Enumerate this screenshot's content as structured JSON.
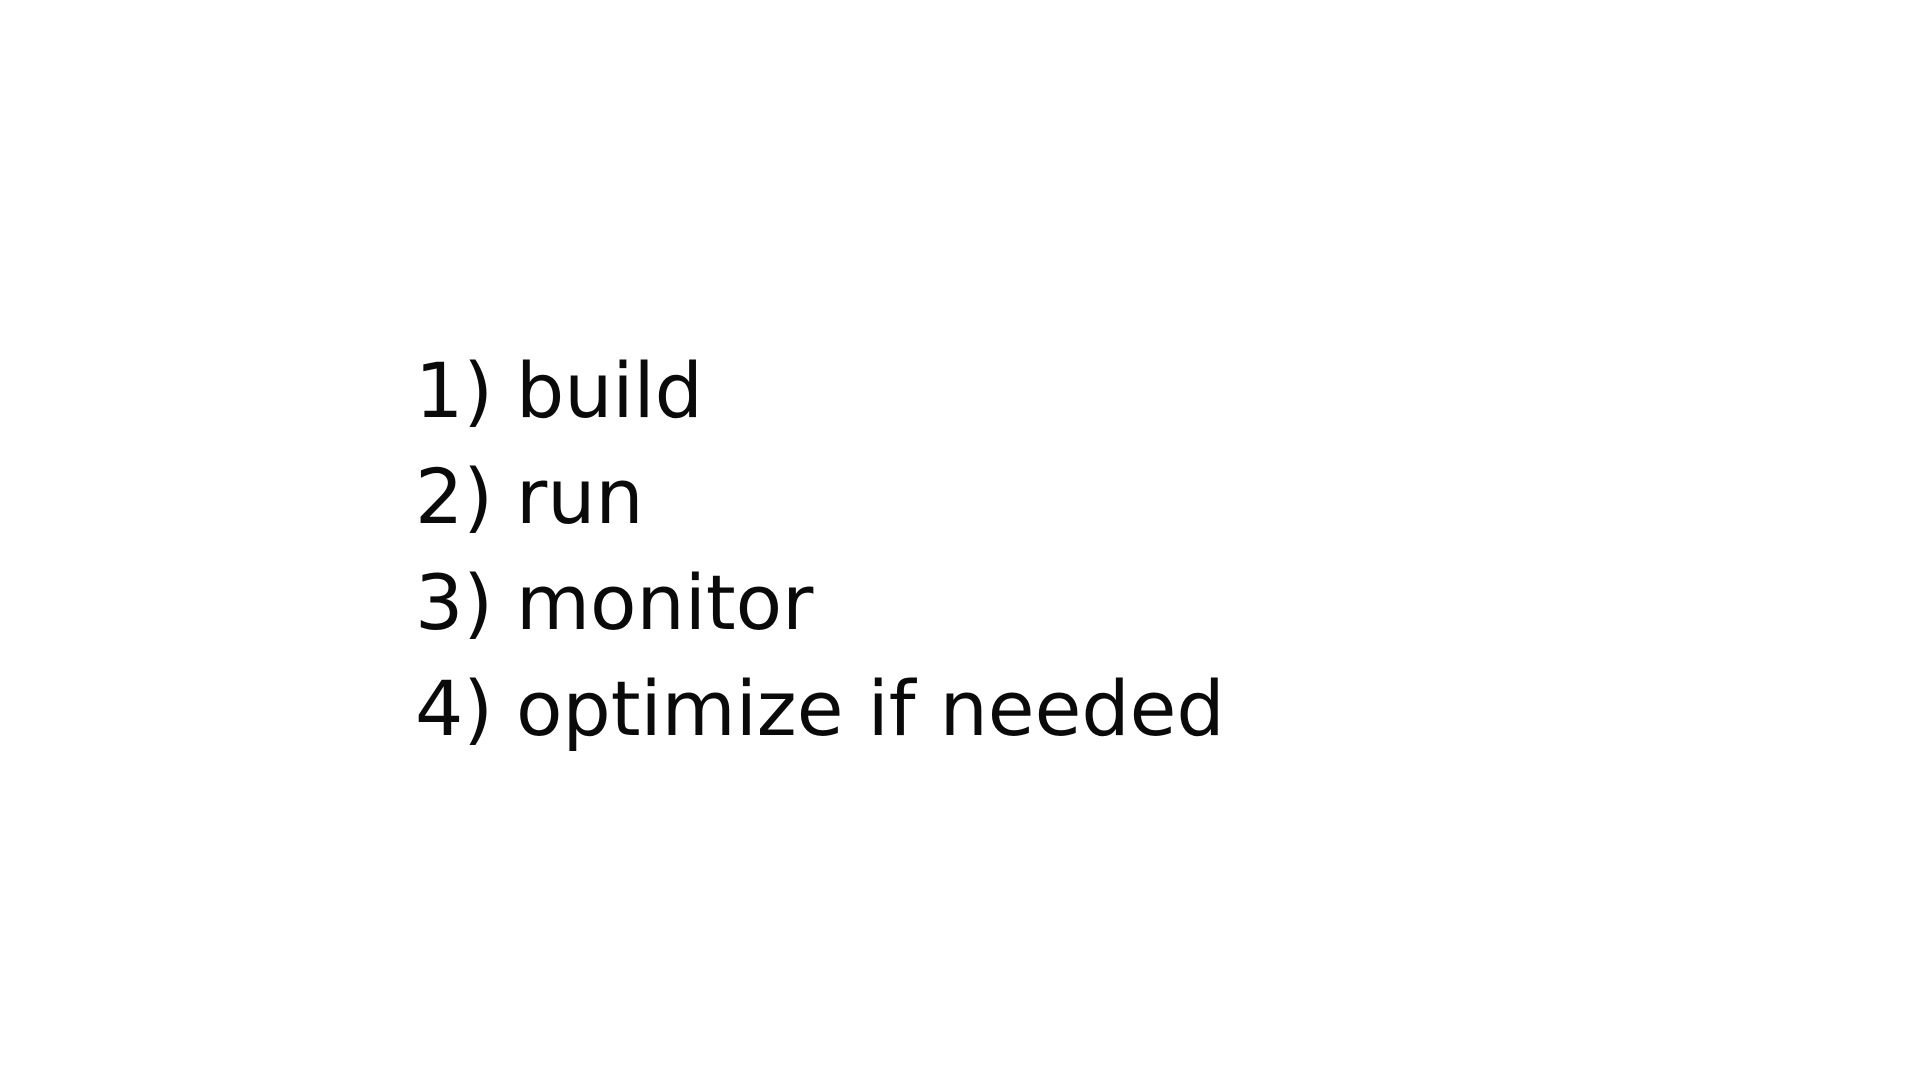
{
  "slide": {
    "steps": [
      {
        "number": "1)",
        "text": "build"
      },
      {
        "number": "2)",
        "text": "run"
      },
      {
        "number": "3)",
        "text": "monitor"
      },
      {
        "number": "4)",
        "text": "optimize if needed"
      }
    ]
  },
  "colors": {
    "background": "#ffffff",
    "text": "#0a0a0a"
  }
}
